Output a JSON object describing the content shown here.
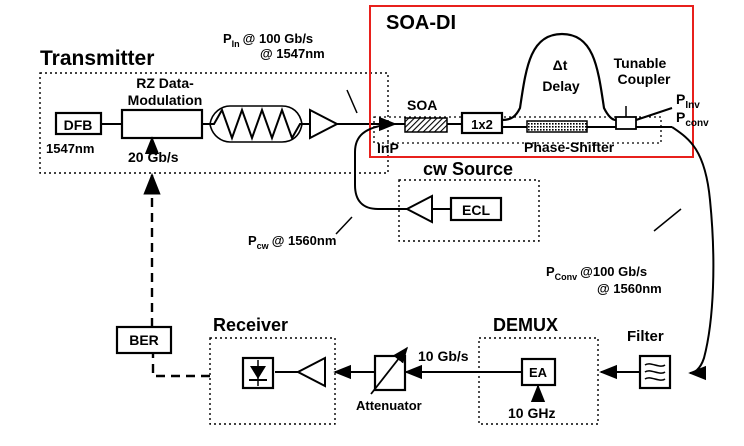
{
  "colors": {
    "ink": "#000000",
    "highlight": "#e8201c"
  },
  "transmitter": {
    "title": "Transmitter",
    "modulator_line1": "RZ Data-",
    "modulator_line2": "Modulation",
    "dfb": "DFB",
    "dfb_wavelength": "1547nm",
    "clock": "20 Gb/s"
  },
  "pin": {
    "symbol": "P",
    "sub": "In",
    "line1_rest": "@ 100 Gb/s",
    "line2": "@ 1547nm"
  },
  "soa_di": {
    "title": "SOA-DI",
    "soa": "SOA",
    "inp": "InP",
    "splitter": "1x2",
    "delay_symbol": "Δt",
    "delay": "Delay",
    "phase_shifter": "Phase-Shifter",
    "coupler_line1": "Tunable",
    "coupler_line2": "Coupler",
    "p_inv_symbol": "P",
    "p_inv_sub": "Inv",
    "p_conv_symbol": "P",
    "p_conv_sub": "conv"
  },
  "cw_source": {
    "title": "cw Source",
    "ecl": "ECL"
  },
  "pcw": {
    "symbol": "P",
    "sub": "cw",
    "rest": "@ 1560nm"
  },
  "pconv_out": {
    "symbol": "P",
    "sub": "Conv",
    "line1_rest": "@100 Gb/s",
    "line2": "@ 1560nm"
  },
  "filter": {
    "label": "Filter"
  },
  "demux": {
    "title": "DEMUX",
    "ea": "EA",
    "clock": "10 GHz"
  },
  "rate_label": "10 Gb/s",
  "attenuator": "Attenuator",
  "receiver": {
    "title": "Receiver"
  },
  "ber": "BER"
}
